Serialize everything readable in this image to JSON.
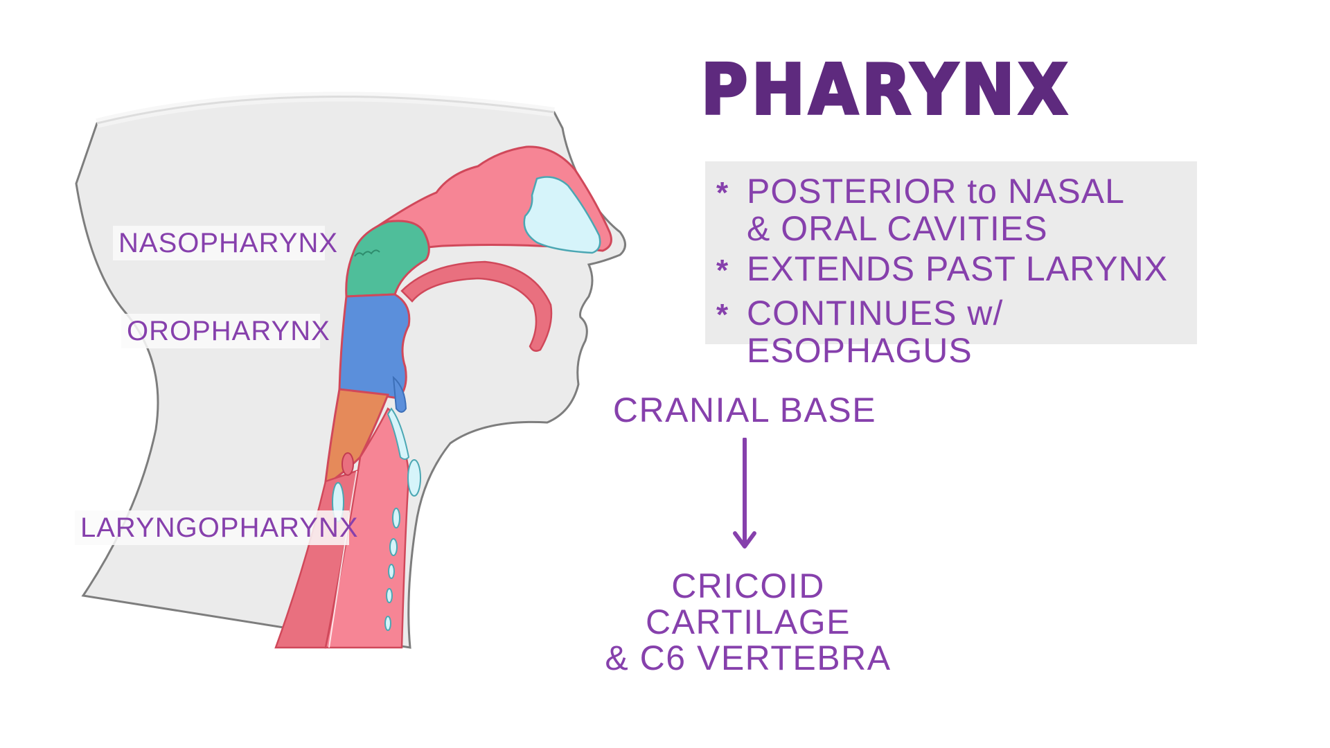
{
  "title": "PHARYNX",
  "info_box": {
    "bullet_icon": "asterisk-icon",
    "bullets": [
      {
        "marker": "*",
        "text": "POSTERIOR to NASAL\n& ORAL CAVITIES"
      },
      {
        "marker": "*",
        "text": "EXTENDS PAST LARYNX"
      },
      {
        "marker": "*",
        "text": "CONTINUES w/ ESOPHAGUS"
      }
    ]
  },
  "extent_flow": {
    "from": "CRANIAL BASE",
    "arrow_icon": "down-arrow-icon",
    "to": "CRICOID CARTILAGE\n& C6 VERTEBRA"
  },
  "illustration": {
    "description": "Sagittal section of head and neck showing the pharynx divided into three colored regions",
    "regions": [
      {
        "label": "NASOPHARYNX",
        "color": "#4fbe9a"
      },
      {
        "label": "OROPHARYNX",
        "color": "#5b8fdb"
      },
      {
        "label": "LARYNGOPHARYNX",
        "color": "#e58a5a"
      }
    ]
  },
  "colors": {
    "title": "#5e2a7e",
    "text_accent": "#8640ac",
    "info_box_bg": "#ebebeb",
    "head_fill": "#ebebeb",
    "head_outline": "#7d7d7d",
    "tissue_pink": "#f68595",
    "tissue_outline": "#d0485a",
    "cartilage_blue": "#d6f4fa",
    "nasopharynx_green": "#4fbe9a",
    "oropharynx_blue": "#5b8fdb",
    "laryngopharynx_orange": "#e58a5a"
  }
}
